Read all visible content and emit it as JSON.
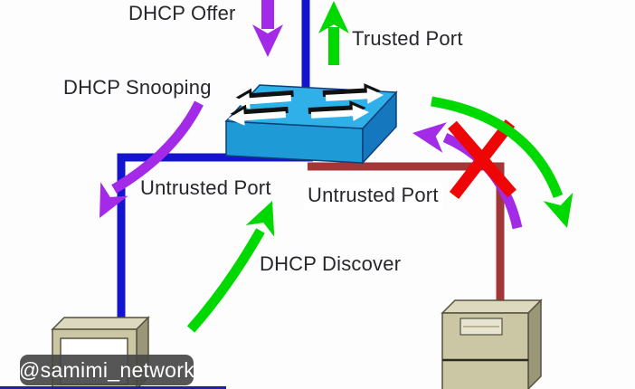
{
  "labels": {
    "dhcp_offer": "DHCP Offer",
    "trusted_port": "Trusted Port",
    "dhcp_snooping": "DHCP Snooping",
    "untrusted_port_left": "Untrusted Port",
    "untrusted_port_right": "Untrusted Port",
    "dhcp_discover": "DHCP Discover"
  },
  "watermark": {
    "text": "@samimi_network"
  },
  "colors": {
    "purple_arrow": "#A32BE8",
    "green_arrow": "#00D900",
    "red_x": "#EE0505",
    "trusted_link_blue": "#1414CE",
    "untrusted_link_maroon": "#A33737",
    "switch_top": "#2FB0E8",
    "switch_front": "#1E9AD6",
    "switch_side": "#1578BE",
    "switch_outline": "#0D3F7A",
    "device_front": "#CBC7A4",
    "device_top": "#DDD9BE",
    "device_side": "#9A9678",
    "device_outline": "#55523F",
    "screen_white": "#FFFFFF",
    "bottom_strip_blue": "#20209A",
    "label_text": "#26262C"
  }
}
